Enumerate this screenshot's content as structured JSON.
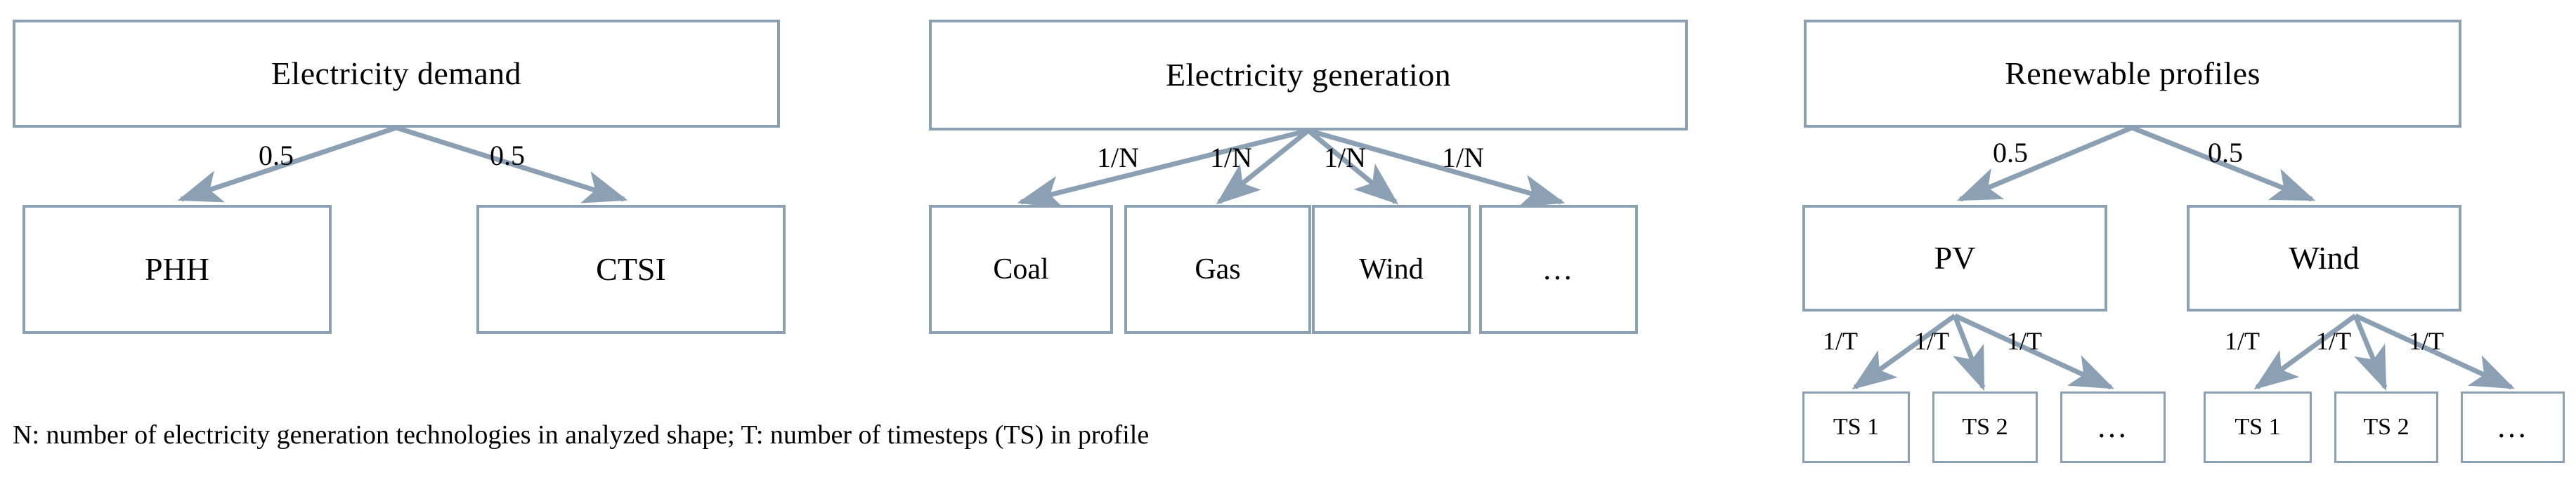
{
  "diagram": {
    "title_hidden": "",
    "stroke_color": "#8ba0b3",
    "text_color": "#000000",
    "background": "#ffffff",
    "groups": [
      {
        "id": "electricity-demand",
        "root": {
          "label": "Electricity  demand"
        },
        "edge_weight": "0.5",
        "children": [
          {
            "label": "PHH"
          },
          {
            "label": "CTSI"
          }
        ]
      },
      {
        "id": "electricity-generation",
        "root": {
          "label": "Electricity  generation"
        },
        "edge_weight": "1/N",
        "children": [
          {
            "label": "Coal"
          },
          {
            "label": "Gas"
          },
          {
            "label": "Wind"
          },
          {
            "label": "…"
          }
        ]
      },
      {
        "id": "renewable-profiles",
        "root": {
          "label": "Renewable  profiles"
        },
        "edge_weight": "0.5",
        "children": [
          {
            "label": "PV",
            "edge_weight": "1/T",
            "children": [
              {
                "label": "TS 1"
              },
              {
                "label": "TS 2"
              },
              {
                "label": "…"
              }
            ]
          },
          {
            "label": "Wind",
            "edge_weight": "1/T",
            "children": [
              {
                "label": "TS 1"
              },
              {
                "label": "TS 2"
              },
              {
                "label": "…"
              }
            ]
          }
        ]
      }
    ],
    "edge_labels": {
      "demand_left": "0.5",
      "demand_right": "0.5",
      "gen_1": "1/N",
      "gen_2": "1/N",
      "gen_3": "1/N",
      "gen_4": "1/N",
      "ren_left": "0.5",
      "ren_right": "0.5",
      "pv_1": "1/T",
      "pv_2": "1/T",
      "pv_3": "1/T",
      "wind_1": "1/T",
      "wind_2": "1/T",
      "wind_3": "1/T"
    },
    "footnote": "N: number of electricity generation technologies in analyzed shape; T: number of timesteps (TS) in profile"
  }
}
